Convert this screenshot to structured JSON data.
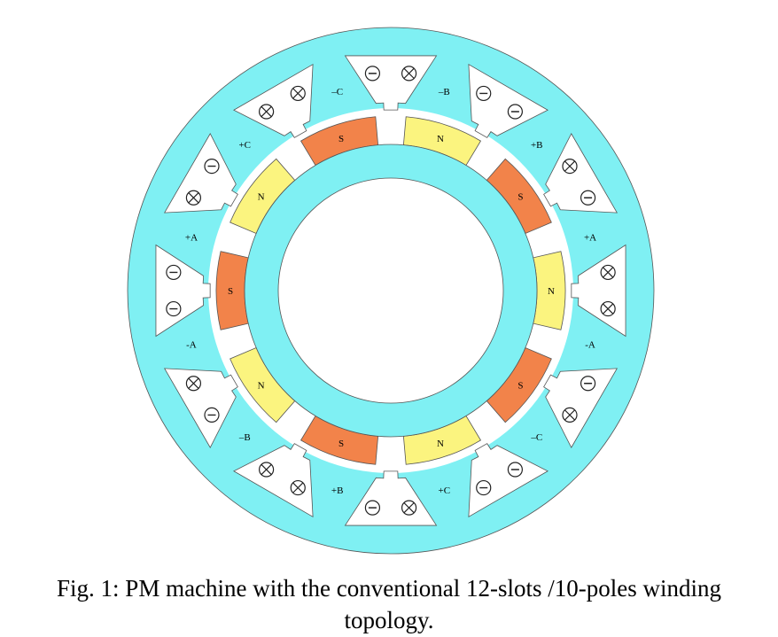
{
  "figure": {
    "title": "PM machine with the conventional 12-slots /10-poles winding topology.",
    "colors": {
      "stator_core": "#7ff0f3",
      "magnet_n": "#fbf47f",
      "magnet_s": "#f2834a",
      "air": "#ffffff",
      "outline": "#555555"
    },
    "slots": [
      {
        "left_symbol": "minus-icon",
        "right_symbol": "cross-icon"
      },
      {
        "left_symbol": "minus-icon",
        "right_symbol": "minus-icon"
      },
      {
        "left_symbol": "cross-icon",
        "right_symbol": "minus-icon"
      },
      {
        "left_symbol": "cross-icon",
        "right_symbol": "cross-icon"
      },
      {
        "left_symbol": "minus-icon",
        "right_symbol": "cross-icon"
      },
      {
        "left_symbol": "minus-icon",
        "right_symbol": "minus-icon"
      },
      {
        "left_symbol": "cross-icon",
        "right_symbol": "minus-icon"
      },
      {
        "left_symbol": "cross-icon",
        "right_symbol": "cross-icon"
      },
      {
        "left_symbol": "minus-icon",
        "right_symbol": "cross-icon"
      },
      {
        "left_symbol": "minus-icon",
        "right_symbol": "minus-icon"
      },
      {
        "left_symbol": "cross-icon",
        "right_symbol": "minus-icon"
      },
      {
        "left_symbol": "cross-icon",
        "right_symbol": "cross-icon"
      }
    ],
    "phase_labels": [
      "–B",
      "+B",
      "+A",
      "-A",
      "–C",
      "+C",
      "+B",
      "–B",
      "-A",
      "+A",
      "+C",
      "–C"
    ],
    "magnets": [
      "N",
      "S",
      "N",
      "S",
      "N",
      "S",
      "N",
      "S",
      "N",
      "S"
    ]
  },
  "caption": {
    "line1": "Fig. 1:  PM machine with the conventional 12-slots /10-poles winding",
    "line2": "topology."
  }
}
